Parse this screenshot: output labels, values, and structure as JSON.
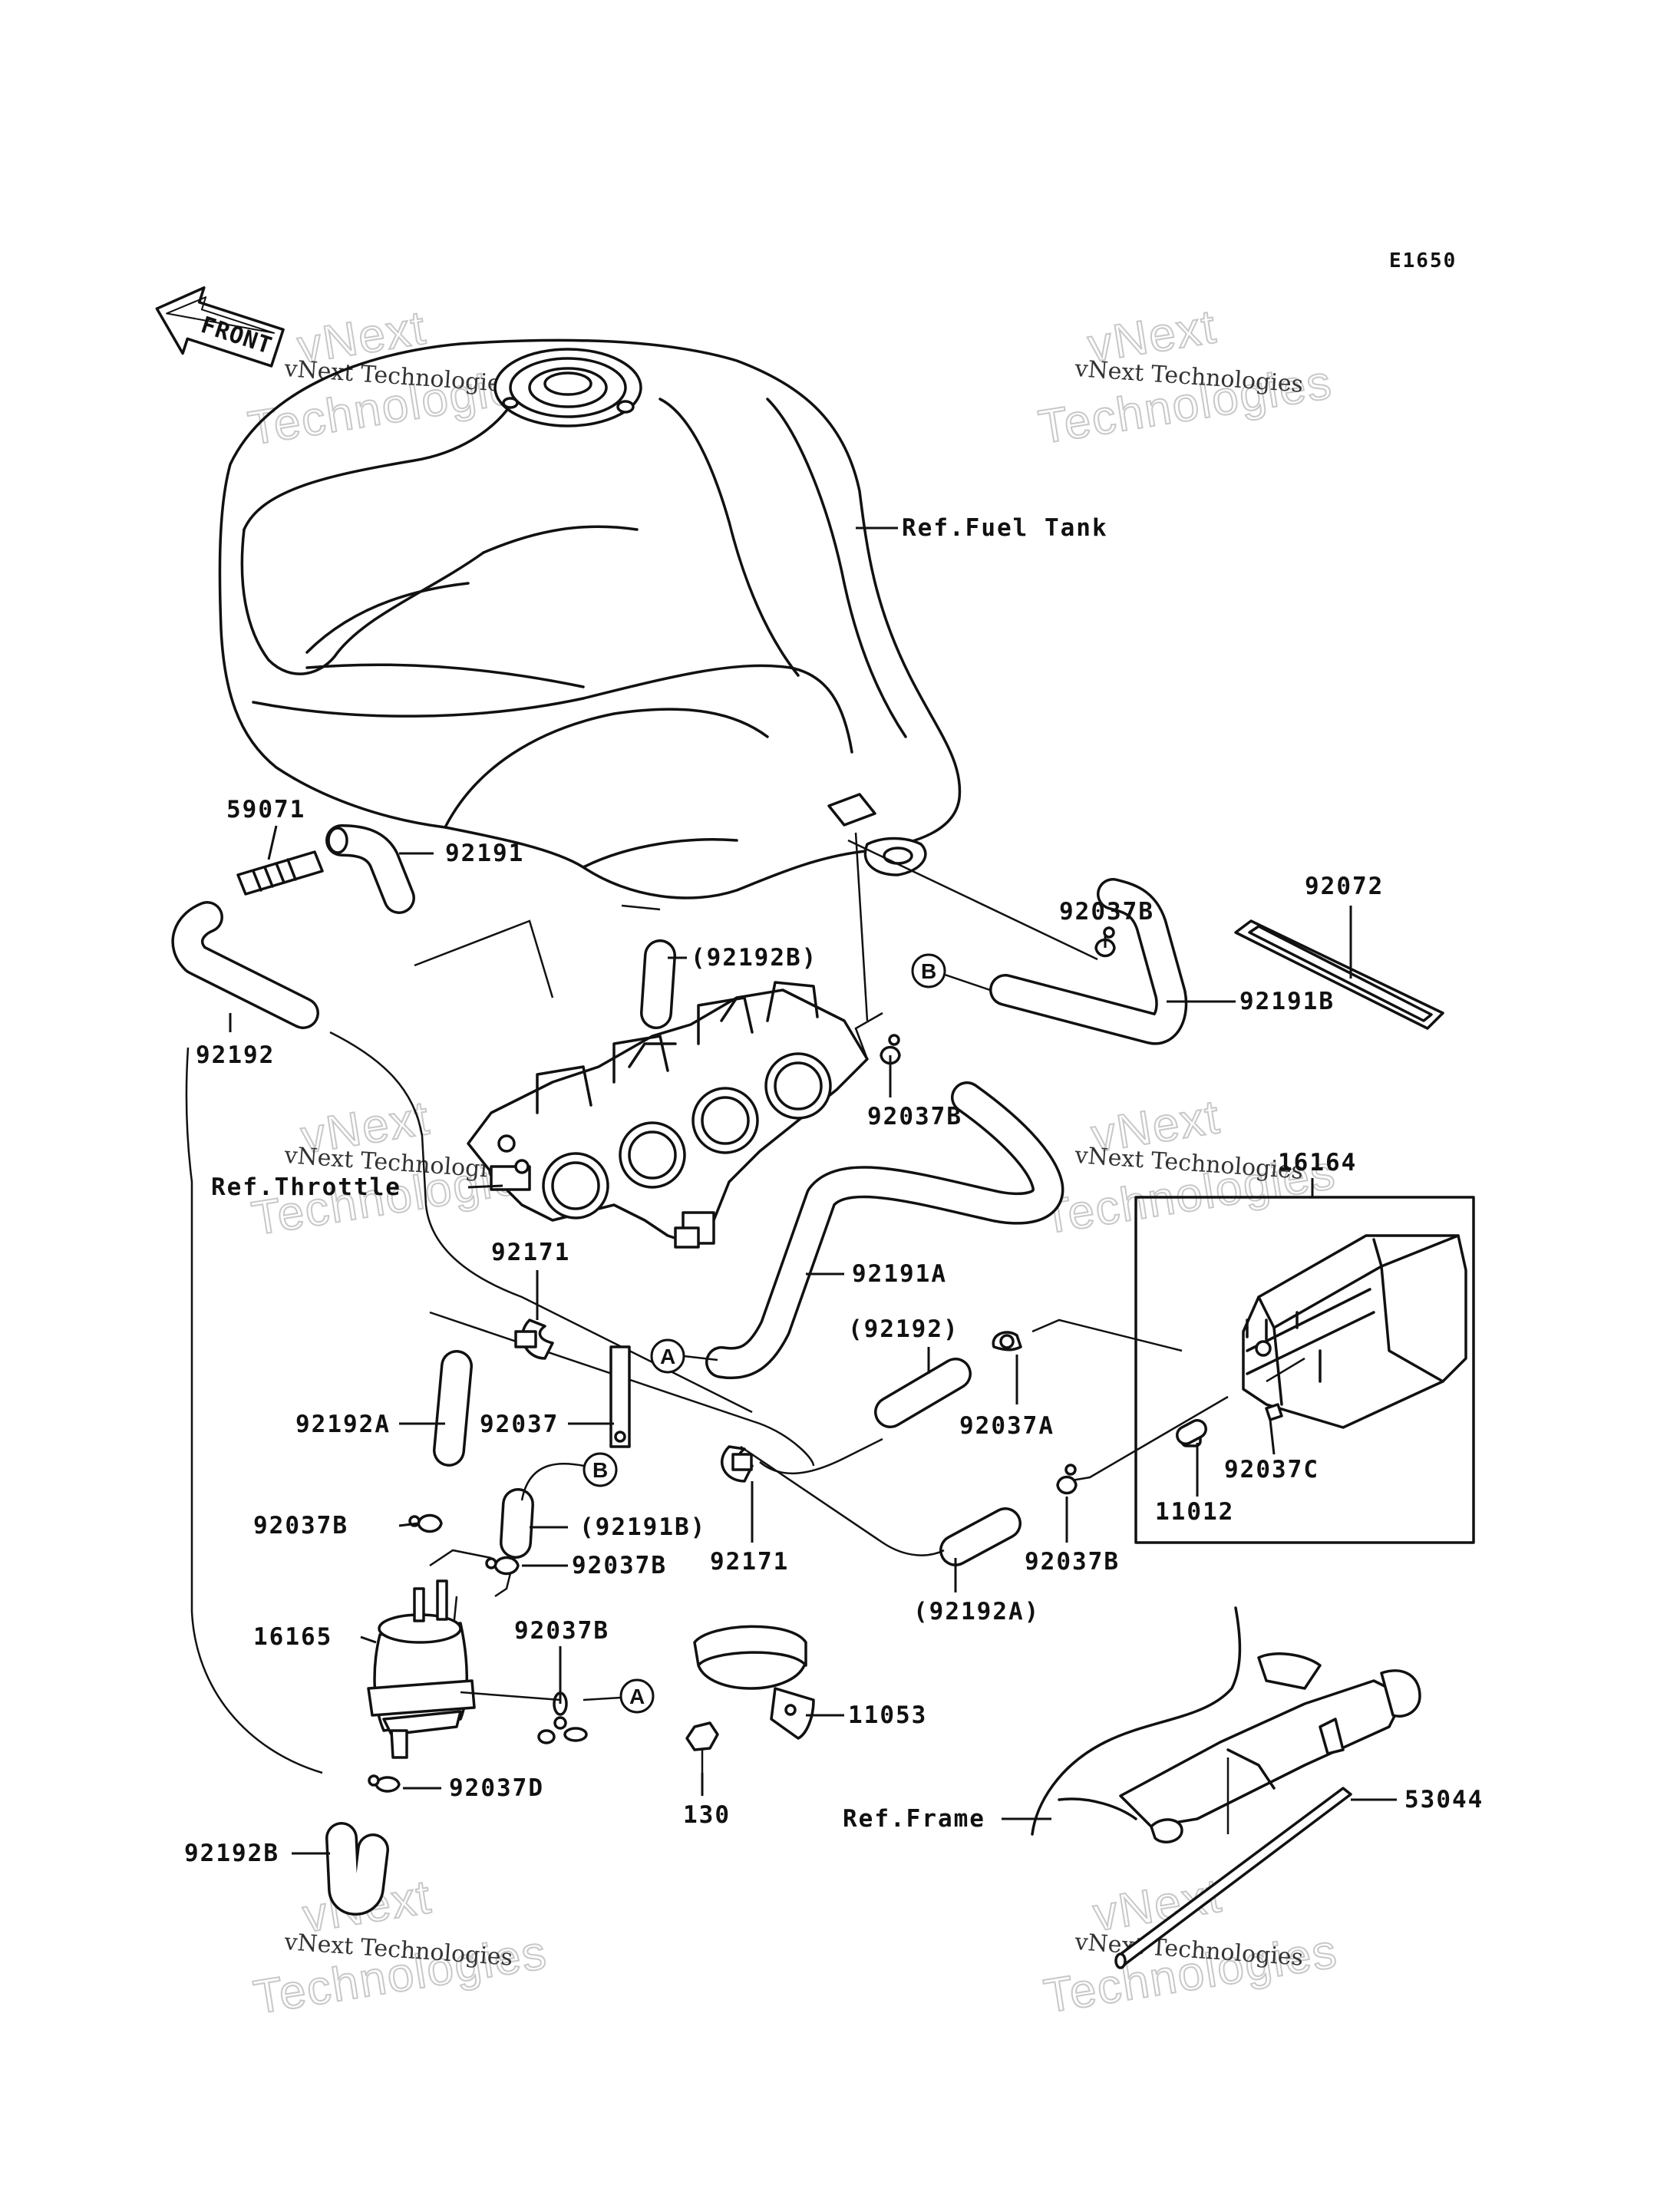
{
  "diagram_code": "E1650",
  "front_label": "FRONT",
  "watermark": {
    "line1": "vNext Technologies",
    "line2": "vNext",
    "line3": "Technologies"
  },
  "callout_letters": {
    "a": "A",
    "b": "B"
  },
  "labels": {
    "fuel_tank": "Ref.Fuel Tank",
    "throttle": "Ref.Throttle",
    "frame": "Ref.Frame",
    "p59071": "59071",
    "p92191": "92191",
    "p92192b_paren": "(92192B)",
    "p92192": "92192",
    "p92037b_top": "92037B",
    "p92072": "92072",
    "p92191b": "92191B",
    "p92037b_mid": "92037B",
    "p16164": "16164",
    "p92171_top": "92171",
    "p92191a": "92191A",
    "p92192_paren": "(92192)",
    "p92037a": "92037A",
    "p92192a": "92192A",
    "p92037": "92037",
    "p92037c": "92037C",
    "p11012": "11012",
    "p92037b_l1": "92037B",
    "p92191b_paren": "(92191B)",
    "p92037b_l2": "92037B",
    "p92171_bot": "92171",
    "p92037b_r": "92037B",
    "p92192a_paren": "(92192A)",
    "p16165": "16165",
    "p92037b_l3": "92037B",
    "p11053": "11053",
    "p92037d": "92037D",
    "p130": "130",
    "p53044": "53044",
    "p92192b": "92192B"
  }
}
